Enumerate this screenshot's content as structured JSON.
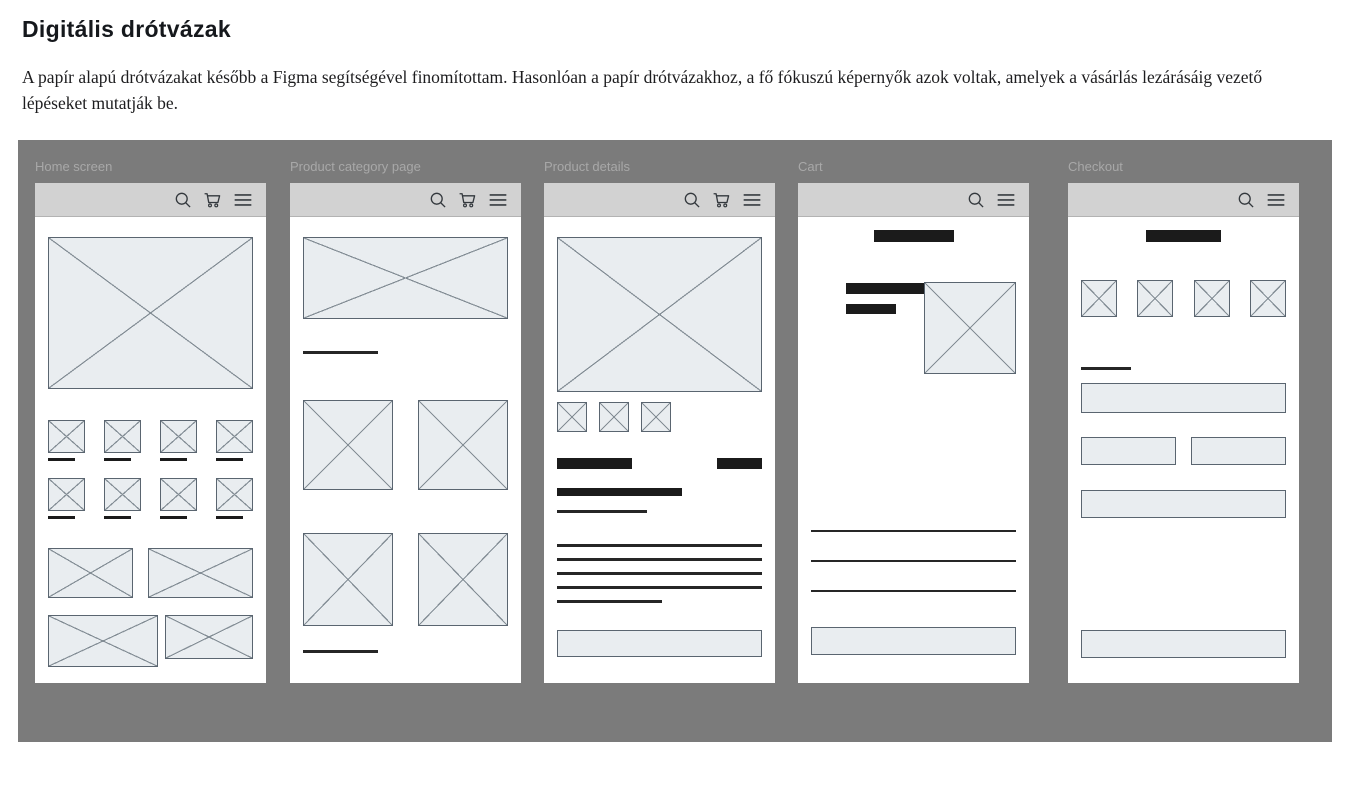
{
  "page": {
    "title": "Digitális drótvázak",
    "description": "A papír alapú drótvázakat később a Figma segítségével finomítottam. Hasonlóan a papír drótvázakhoz, a fő fókuszú képernyők azok voltak, amelyek a vásárlás lezárásáig vezető lépéseket mutatják be."
  },
  "colors": {
    "panel_background": "#7b7b7b",
    "frame_label_text": "#a8a8a8",
    "phone_header": "#d2d2d2",
    "placeholder_fill": "#e9edf0",
    "placeholder_border": "#5a6570",
    "text_bar": "#1b1b1b",
    "icon_color": "#33383d"
  },
  "wireframes": [
    {
      "label": "Home screen",
      "header_icons": [
        "search-icon",
        "cart-icon",
        "menu-icon"
      ]
    },
    {
      "label": "Product category page",
      "header_icons": [
        "search-icon",
        "cart-icon",
        "menu-icon"
      ]
    },
    {
      "label": "Product details",
      "header_icons": [
        "search-icon",
        "cart-icon",
        "menu-icon"
      ]
    },
    {
      "label": "Cart",
      "header_icons": [
        "search-icon",
        "menu-icon"
      ]
    },
    {
      "label": "Checkout",
      "header_icons": [
        "search-icon",
        "menu-icon"
      ]
    }
  ]
}
